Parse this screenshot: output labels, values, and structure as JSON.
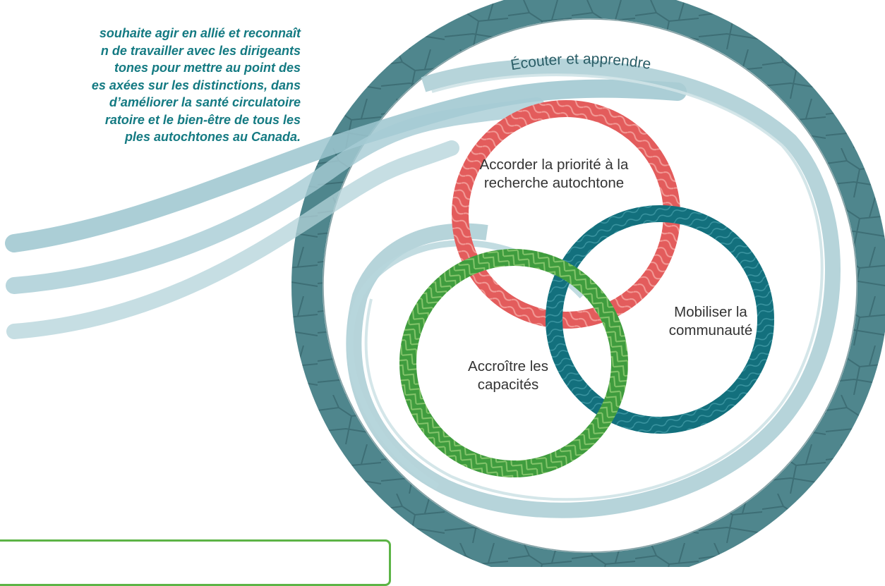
{
  "intro": {
    "lines": [
      "souhaite agir en allié et reconnaît",
      "n de travailler avec les dirigeants",
      "tones pour mettre au point des",
      "es axées sur les distinctions, dans",
      "d’améliorer la santé circulatoire",
      "ratoire et le bien-être de tous les",
      "ples autochtones au Canada."
    ]
  },
  "diagram": {
    "outer_ring_label": "Écouter et apprendre",
    "circles": {
      "priorite": {
        "line1": "Accorder la priorité à la",
        "line2": "recherche autochtone",
        "color": "#e35c5c"
      },
      "mobiliser": {
        "line1": "Mobiliser la",
        "line2": "communauté",
        "color": "#13707d"
      },
      "accroitre": {
        "line1": "Accroître les",
        "line2": "capacités",
        "color": "#3f9c3e"
      }
    },
    "colors": {
      "outer_ring": "#3f7a82",
      "ribbon": "#9cc6cf",
      "intro_text": "#147a82",
      "bottom_box_border": "#5cb446"
    }
  }
}
